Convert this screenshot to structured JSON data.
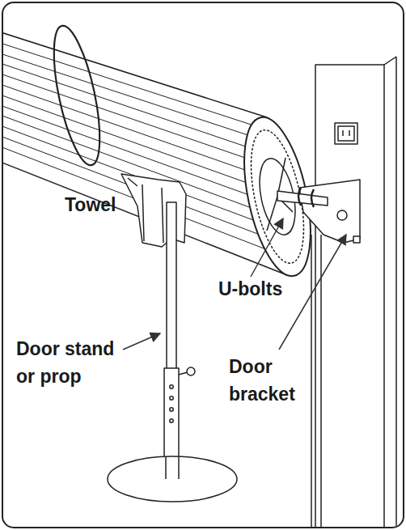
{
  "diagram": {
    "labels": [
      "Towel",
      "U-bolts",
      "Door stand or prop",
      "Door bracket"
    ]
  }
}
